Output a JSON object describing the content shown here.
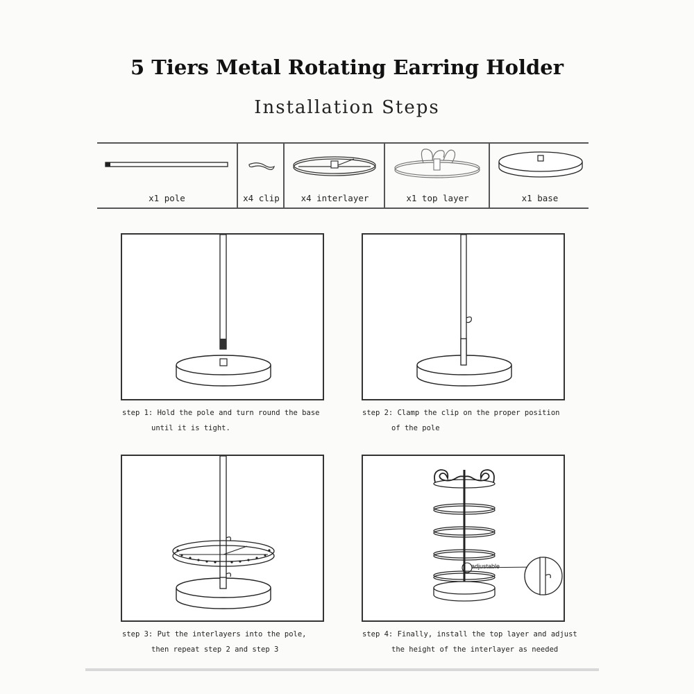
{
  "header": {
    "title": "5 Tiers Metal Rotating Earring Holder",
    "subtitle": "Installation Steps"
  },
  "parts": [
    {
      "label": "x1 pole",
      "icon": "pole-icon"
    },
    {
      "label": "x4 clip",
      "icon": "clip-icon"
    },
    {
      "label": "x4 interlayer",
      "icon": "interlayer-icon"
    },
    {
      "label": "x1 top layer",
      "icon": "top-layer-icon"
    },
    {
      "label": "x1 base",
      "icon": "base-icon"
    }
  ],
  "steps": [
    {
      "line1": "step 1: Hold the pole and turn round the base",
      "line2": "until it is tight."
    },
    {
      "line1": "step 2: Clamp the clip on the proper position",
      "line2": "of the pole"
    },
    {
      "line1": "step 3: Put the interlayers into the pole,",
      "line2": "then repeat step 2 and step 3"
    },
    {
      "line1": "step 4: Finally, install the top layer and adjust",
      "line2": "the height of the interlayer as needed"
    }
  ],
  "step4_callout": "adjustable"
}
